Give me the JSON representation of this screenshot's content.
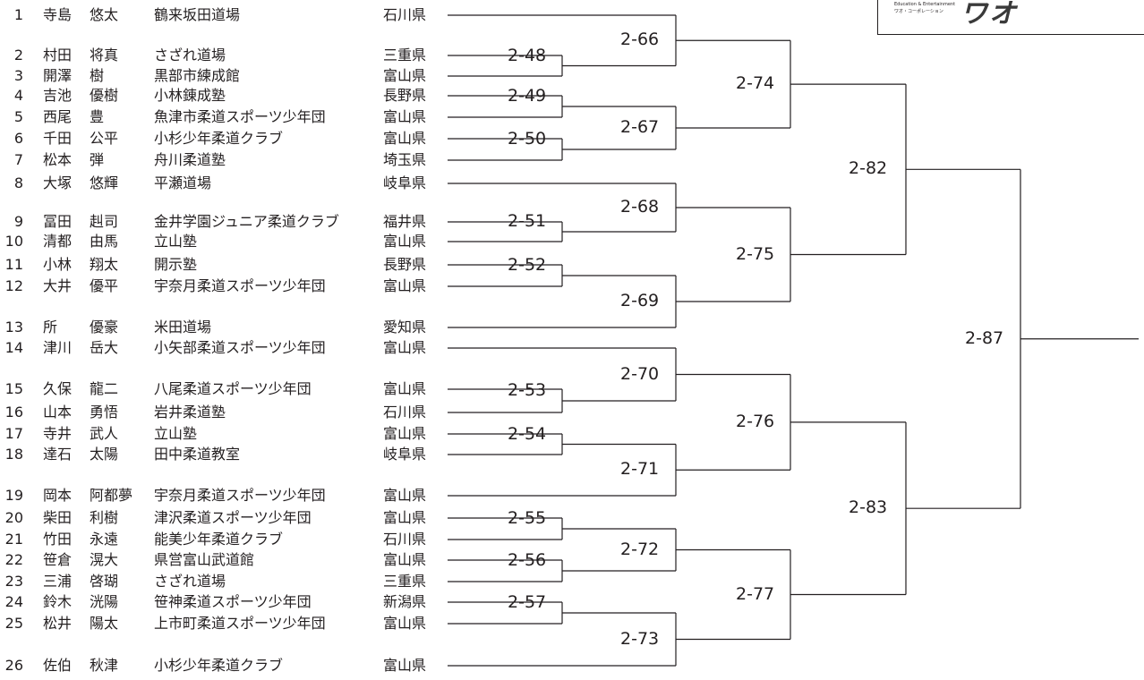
{
  "header_logo": {
    "line1": "Education & Entertainment",
    "line2": "ワオ・コーポレーション"
  },
  "participants": [
    {
      "no": "1",
      "last": "寺島",
      "first": "悠太",
      "club": "鶴来坂田道場",
      "pref": "石川県"
    },
    {
      "no": "2",
      "last": "村田",
      "first": "将真",
      "club": "さざれ道場",
      "pref": "三重県"
    },
    {
      "no": "3",
      "last": "開澤",
      "first": "樹",
      "club": "黒部市練成館",
      "pref": "富山県"
    },
    {
      "no": "4",
      "last": "吉池",
      "first": "優樹",
      "club": "小林錬成塾",
      "pref": "長野県"
    },
    {
      "no": "5",
      "last": "西尾",
      "first": "豊",
      "club": "魚津市柔道スポーツ少年団",
      "pref": "富山県"
    },
    {
      "no": "6",
      "last": "千田",
      "first": "公平",
      "club": "小杉少年柔道クラブ",
      "pref": "富山県"
    },
    {
      "no": "7",
      "last": "松本",
      "first": "弾",
      "club": "舟川柔道塾",
      "pref": "埼玉県"
    },
    {
      "no": "8",
      "last": "大塚",
      "first": "悠輝",
      "club": "平瀬道場",
      "pref": "岐阜県"
    },
    {
      "no": "9",
      "last": "冨田",
      "first": "赳司",
      "club": "金井学園ジュニア柔道クラブ",
      "pref": "福井県"
    },
    {
      "no": "10",
      "last": "清都",
      "first": "由馬",
      "club": "立山塾",
      "pref": "富山県"
    },
    {
      "no": "11",
      "last": "小林",
      "first": "翔太",
      "club": "開示塾",
      "pref": "長野県"
    },
    {
      "no": "12",
      "last": "大井",
      "first": "優平",
      "club": "宇奈月柔道スポーツ少年団",
      "pref": "富山県"
    },
    {
      "no": "13",
      "last": "所",
      "first": "優豪",
      "club": "米田道場",
      "pref": "愛知県"
    },
    {
      "no": "14",
      "last": "津川",
      "first": "岳大",
      "club": "小矢部柔道スポーツ少年団",
      "pref": "富山県"
    },
    {
      "no": "15",
      "last": "久保",
      "first": "龍二",
      "club": "八尾柔道スポーツ少年団",
      "pref": "富山県"
    },
    {
      "no": "16",
      "last": "山本",
      "first": "勇悟",
      "club": "岩井柔道塾",
      "pref": "石川県"
    },
    {
      "no": "17",
      "last": "寺井",
      "first": "武人",
      "club": "立山塾",
      "pref": "富山県"
    },
    {
      "no": "18",
      "last": "達石",
      "first": "太陽",
      "club": "田中柔道教室",
      "pref": "岐阜県"
    },
    {
      "no": "19",
      "last": "岡本",
      "first": "阿都夢",
      "club": "宇奈月柔道スポーツ少年団",
      "pref": "富山県"
    },
    {
      "no": "20",
      "last": "柴田",
      "first": "利樹",
      "club": "津沢柔道スポーツ少年団",
      "pref": "富山県"
    },
    {
      "no": "21",
      "last": "竹田",
      "first": "永遠",
      "club": "能美少年柔道クラブ",
      "pref": "石川県"
    },
    {
      "no": "22",
      "last": "笹倉",
      "first": "滉大",
      "club": "県営富山武道館",
      "pref": "富山県"
    },
    {
      "no": "23",
      "last": "三浦",
      "first": "啓瑚",
      "club": "さざれ道場",
      "pref": "三重県"
    },
    {
      "no": "24",
      "last": "鈴木",
      "first": "洸陽",
      "club": "笹神柔道スポーツ少年団",
      "pref": "新潟県"
    },
    {
      "no": "25",
      "last": "松井",
      "first": "陽太",
      "club": "上市町柔道スポーツ少年団",
      "pref": "富山県"
    },
    {
      "no": "26",
      "last": "佐伯",
      "first": "秋津",
      "club": "小杉少年柔道クラブ",
      "pref": "富山県"
    }
  ],
  "matches": {
    "2-48": "2-48",
    "2-49": "2-49",
    "2-50": "2-50",
    "2-51": "2-51",
    "2-52": "2-52",
    "2-53": "2-53",
    "2-54": "2-54",
    "2-55": "2-55",
    "2-56": "2-56",
    "2-57": "2-57",
    "2-66": "2-66",
    "2-67": "2-67",
    "2-68": "2-68",
    "2-69": "2-69",
    "2-70": "2-70",
    "2-71": "2-71",
    "2-72": "2-72",
    "2-73": "2-73",
    "2-74": "2-74",
    "2-75": "2-75",
    "2-76": "2-76",
    "2-77": "2-77",
    "2-82": "2-82",
    "2-83": "2-83",
    "2-87": "2-87"
  }
}
